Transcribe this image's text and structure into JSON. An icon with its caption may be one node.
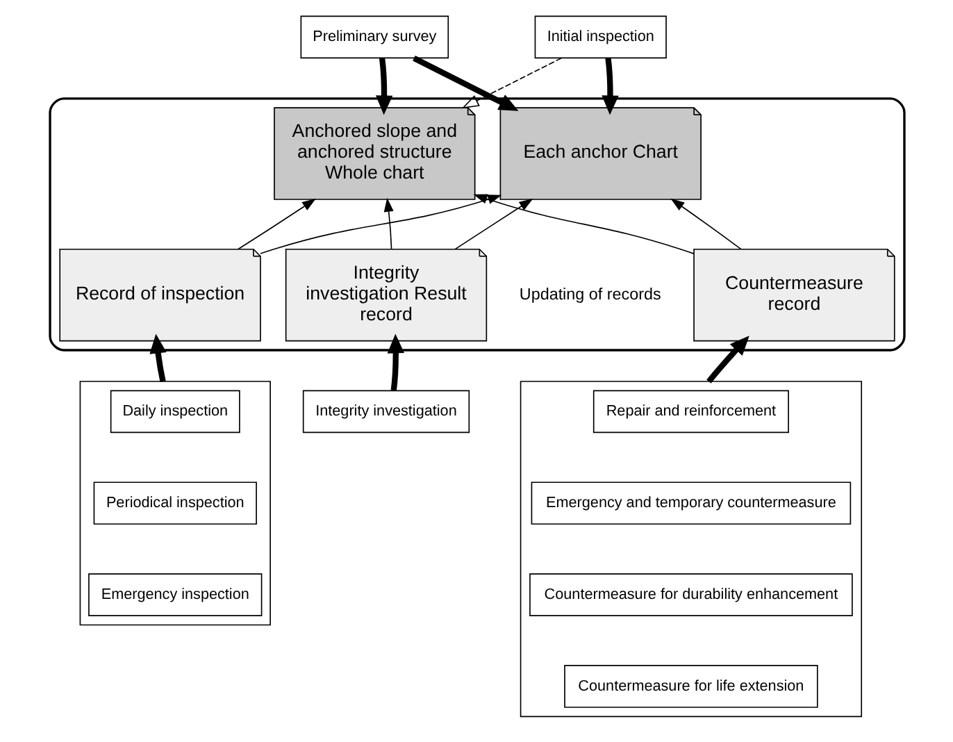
{
  "diagram": {
    "nodes": [
      {
        "text": [
          "Preliminary survey"
        ]
      },
      {
        "text": [
          "Initial inspection"
        ]
      },
      {
        "text": [],
        "shape": "box"
      },
      {
        "text": [
          "Anchored slope and anchored structure Whole chart"
        ],
        "in": 2
      },
      {
        "text": [
          "Each anchor Chart"
        ],
        "in": 2
      },
      {
        "text": [
          "Record of inspection"
        ],
        "in": 2
      },
      {
        "text": [
          "Integrity investigation Result record"
        ],
        "in": 2
      },
      {
        "text": [
          "Countermeasure record"
        ],
        "in": 2
      },
      {
        "text": [],
        "shape": "box"
      },
      {
        "text": [
          "Daily inspection"
        ],
        "in": 8
      },
      {
        "text": [
          "Periodical inspection"
        ],
        "in": 8
      },
      {
        "text": [
          "Emergency inspection"
        ],
        "in": 8
      },
      {
        "text": [
          "Integrity investigation"
        ]
      },
      {
        "text": [],
        "shape": "box"
      },
      {
        "text": [
          "Repair and reinforcement"
        ],
        "in": 13
      },
      {
        "text": [
          "Emergency and temporary countermeasure"
        ],
        "in": 13
      },
      {
        "text": [
          "Countermeasure for durability enhancement"
        ],
        "in": 13
      },
      {
        "text": [
          "Countermeasure for life extension"
        ],
        "in": 13
      }
    ],
    "edges": [
      {
        "from": 0,
        "to": 3,
        "arrow": "to",
        "style": "thick"
      },
      {
        "from": 0,
        "to": 4,
        "arrow": "to",
        "style": "thick"
      },
      {
        "from": 1,
        "to": 3,
        "arrow": "to",
        "style": "dashed"
      },
      {
        "from": 1,
        "to": 4,
        "arrow": "to",
        "style": "thick"
      },
      {
        "from": 5,
        "to": 3,
        "arrow": "to"
      },
      {
        "from": 5,
        "to": 4,
        "arrow": "to"
      },
      {
        "from": 6,
        "to": 3,
        "arrow": "to"
      },
      {
        "from": 6,
        "to": 4,
        "arrow": "to"
      },
      {
        "from": 7,
        "to": 3,
        "arrow": "to"
      },
      {
        "from": 7,
        "to": 4,
        "arrow": "to"
      },
      {
        "from": 8,
        "to": 5,
        "arrow": "to",
        "style": "thick"
      },
      {
        "from": 12,
        "to": 6,
        "arrow": "to",
        "style": "thick"
      },
      {
        "from": 13,
        "to": 7,
        "arrow": "to",
        "style": "thick"
      }
    ],
    "labels": [
      "Updating of records"
    ]
  }
}
